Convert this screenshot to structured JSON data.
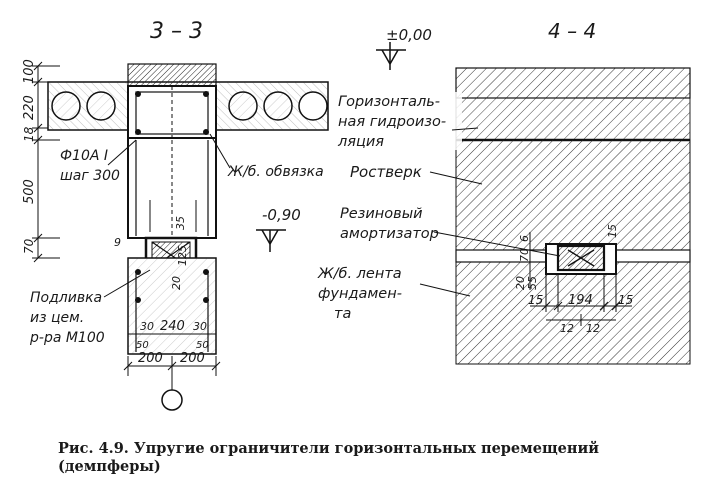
{
  "section_left": {
    "title": "3 – 3",
    "dims_vertical": [
      "100",
      "220",
      "18",
      "500",
      "70"
    ],
    "rebar_label_1": "Ф10А I",
    "rebar_label_2": "шаг 300",
    "tie_beam_label": "Ж/б. обвязка",
    "grout_label_1": "Подливка",
    "grout_label_2": "из цем.",
    "grout_label_3": "р-ра М100",
    "dim_9": "9",
    "dim_35": "35",
    "dim_125": "125",
    "dim_20": "20",
    "dim_30_left": "30",
    "dim_240": "240",
    "dim_30_right": "30",
    "dim_50_left": "50",
    "dim_50_right": "50",
    "dim_200_left": "200",
    "dim_200_right": "200",
    "level_mark": "-0,90"
  },
  "section_right": {
    "title": "4 – 4",
    "level_mark": "±0,00",
    "waterproof_1": "Горизонталь-",
    "waterproof_2": "ная гидроизо-",
    "waterproof_3": "ляция",
    "grillage": "Ростверк",
    "damper_1": "Резиновый",
    "damper_2": "амортизатор",
    "strip_1": "Ж/б. лента",
    "strip_2": "фундамен-",
    "strip_3": "та",
    "dim_15_top": "15",
    "dim_6": "6",
    "dim_70": "70",
    "dim_20": "20",
    "dim_55": "55",
    "dim_15_left": "15",
    "dim_194": "194",
    "dim_15_right": "15",
    "dim_12_left": "12",
    "dim_12_right": "12"
  },
  "caption": "Рис. 4.9. Упругие ограничители горизонтальных перемещений (демпферы)"
}
